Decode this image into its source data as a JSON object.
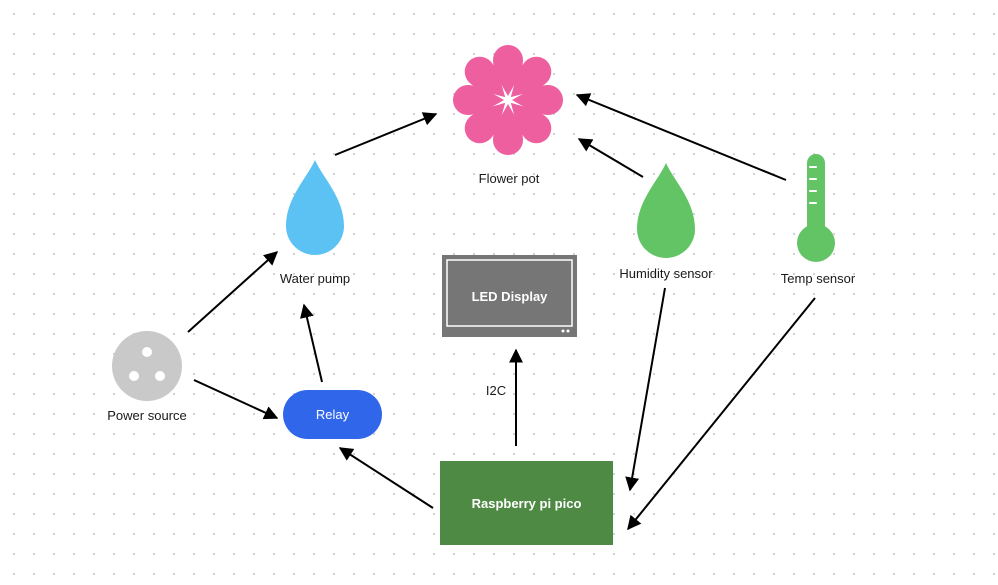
{
  "diagram": {
    "nodes": {
      "flower_pot": {
        "label": "Flower pot",
        "color": "#ee5f9f"
      },
      "water_pump": {
        "label": "Water pump",
        "color": "#5bc2f3"
      },
      "humidity_sensor": {
        "label": "Humidity sensor",
        "color": "#63c466"
      },
      "temp_sensor": {
        "label": "Temp sensor",
        "color": "#63c466"
      },
      "power_source": {
        "label": "Power source",
        "color": "#c9c9c9"
      },
      "relay": {
        "label": "Relay",
        "color": "#2f66ea"
      },
      "led_display": {
        "label": "LED Display",
        "color": "#767676"
      },
      "pico": {
        "label": "Raspberry pi pico",
        "color": "#4f8a45"
      }
    },
    "edge_labels": {
      "i2c": "I2C"
    },
    "edges": [
      {
        "from": "water_pump",
        "to": "flower_pot"
      },
      {
        "from": "humidity_sensor",
        "to": "flower_pot"
      },
      {
        "from": "temp_sensor",
        "to": "flower_pot"
      },
      {
        "from": "power_source",
        "to": "water_pump"
      },
      {
        "from": "power_source",
        "to": "relay"
      },
      {
        "from": "relay",
        "to": "water_pump"
      },
      {
        "from": "pico",
        "to": "relay"
      },
      {
        "from": "pico",
        "to": "led_display",
        "label": "I2C"
      },
      {
        "from": "humidity_sensor",
        "to": "pico"
      },
      {
        "from": "temp_sensor",
        "to": "pico"
      }
    ]
  }
}
